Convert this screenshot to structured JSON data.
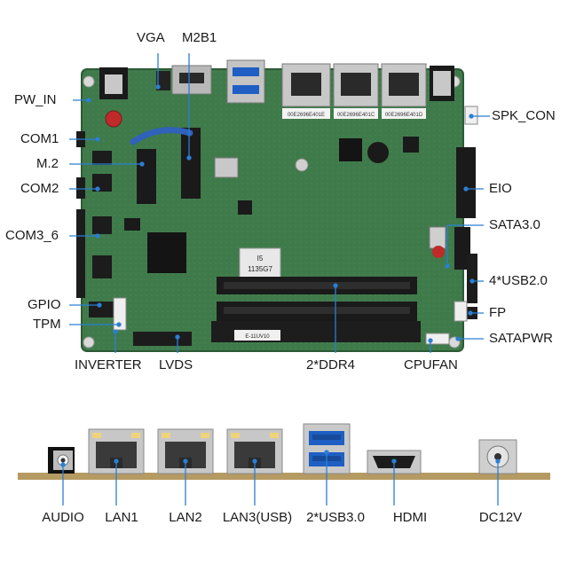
{
  "colors": {
    "pcb": "#3f7a4a",
    "pcb_dark": "#2c5a35",
    "leader": "#2a7fd4",
    "metal": "#c9c9c9",
    "rail": "#b59a62"
  },
  "board": {
    "labels": {
      "vga": "VGA",
      "m2b1": "M2B1",
      "pw_in": "PW_IN",
      "com1": "COM1",
      "m2": "M.2",
      "com2": "COM2",
      "com3_6": "COM3_6",
      "gpio": "GPIO",
      "tpm": "TPM",
      "inverter": "INVERTER",
      "lvds": "LVDS",
      "ddr4": "2*DDR4",
      "cpufan": "CPUFAN",
      "spk_con": "SPK_CON",
      "eio": "EIO",
      "sata3": "SATA3.0",
      "usb2": "4*USB2.0",
      "fp": "FP",
      "satapwr": "SATAPWR"
    },
    "silkscreen": {
      "cpu_line1": "I5",
      "cpu_line2": "1135G7",
      "board_id": "E-11UV10",
      "mac1": "00E2696E401E",
      "mac2": "00E2696E401C",
      "mac3": "00E2696E401D"
    }
  },
  "io_panel": {
    "labels": {
      "audio": "AUDIO",
      "lan1": "LAN1",
      "lan2": "LAN2",
      "lan3": "LAN3(USB)",
      "usb3": "2*USB3.0",
      "hdmi": "HDMI",
      "dc12v": "DC12V"
    }
  }
}
